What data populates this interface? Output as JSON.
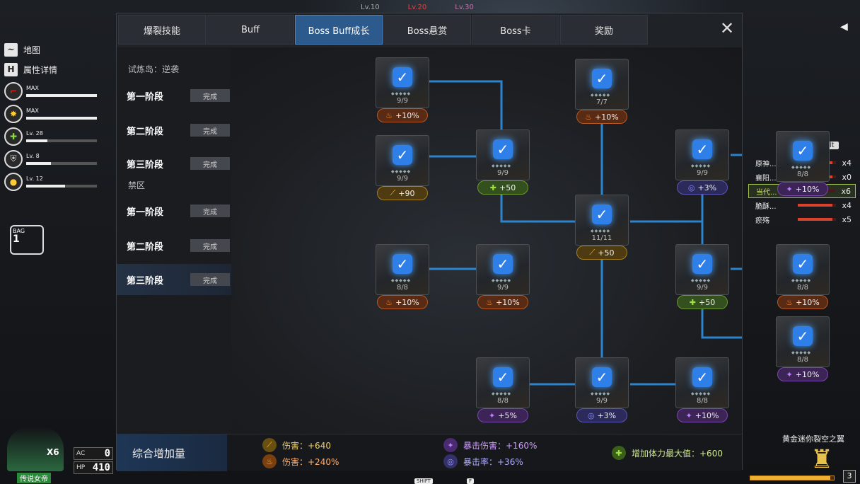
{
  "top_hud": {
    "enemies": [
      "Lv.10",
      "Lv.20",
      "Lv.30"
    ]
  },
  "left_hud": {
    "hotkeys": [
      {
        "key": "~",
        "label": "地图"
      },
      {
        "key": "H",
        "label": "属性详情"
      }
    ],
    "skills": [
      {
        "level": "MAX",
        "icon": "gun-icon",
        "fill": 1.0
      },
      {
        "level": "MAX",
        "icon": "burst-icon",
        "fill": 1.0
      },
      {
        "level": "Lv. 28",
        "icon": "heal-cross-icon",
        "fill": 0.3
      },
      {
        "level": "Lv. 8",
        "icon": "shield-icon",
        "fill": 0.35
      },
      {
        "level": "Lv. 12",
        "icon": "grenade-icon",
        "fill": 0.55
      }
    ],
    "bag": {
      "label": "BAG",
      "count": "1"
    }
  },
  "player": {
    "name": "传说女帝",
    "count": "X6",
    "ac_label": "AC",
    "ac_value": "0",
    "hp_label": "HP",
    "hp_value": "410"
  },
  "bottom_keys": [
    "SHIFT",
    "F"
  ],
  "right_hud": {
    "alt_key": "Alt",
    "buffs": [
      {
        "name": "原神...",
        "count": "x4",
        "fill": 0.9,
        "selected": false
      },
      {
        "name": "襄阳...",
        "count": "x0",
        "fill": 0.9,
        "selected": false
      },
      {
        "name": "当代...",
        "count": "x6",
        "fill": 0.55,
        "selected": true
      },
      {
        "name": "脆酥...",
        "count": "x4",
        "fill": 0.9,
        "selected": false
      },
      {
        "name": "瘀殇",
        "count": "x5",
        "fill": 0.9,
        "selected": false
      }
    ],
    "gold_title": "黄金迷你裂空之翼",
    "slot": "3",
    "energy_fill": 0.96
  },
  "panel": {
    "tabs": [
      {
        "label": "爆裂技能",
        "active": false
      },
      {
        "label": "Buff",
        "active": false
      },
      {
        "label": "Boss Buff成长",
        "active": true
      },
      {
        "label": "Boss悬赏",
        "active": false
      },
      {
        "label": "Boss卡",
        "active": false
      },
      {
        "label": "奖励",
        "active": false
      }
    ],
    "close": "✕",
    "groups": [
      "试炼岛：逆袭",
      "禁区"
    ],
    "stages": [
      {
        "label": "第一阶段",
        "status": "完成"
      },
      {
        "label": "第二阶段",
        "status": "完成"
      },
      {
        "label": "第三阶段",
        "status": "完成"
      },
      {
        "label": "第一阶段",
        "status": "完成"
      },
      {
        "label": "第二阶段",
        "status": "完成"
      },
      {
        "label": "第三阶段",
        "status": "完成"
      }
    ],
    "nodes": [
      {
        "progress": "9/9",
        "bonus": "+10%",
        "kind": "fire"
      },
      {
        "progress": "7/7",
        "bonus": "+10%",
        "kind": "fire"
      },
      {
        "progress": "9/9",
        "bonus": "+90",
        "kind": "gold"
      },
      {
        "progress": "9/9",
        "bonus": "+50",
        "kind": "green"
      },
      {
        "progress": "9/9",
        "bonus": "+3%",
        "kind": "blue"
      },
      {
        "progress": "8/8",
        "bonus": "+10%",
        "kind": "purple"
      },
      {
        "progress": "11/11",
        "bonus": "+50",
        "kind": "gold"
      },
      {
        "progress": "8/8",
        "bonus": "+10%",
        "kind": "fire"
      },
      {
        "progress": "9/9",
        "bonus": "+10%",
        "kind": "fire"
      },
      {
        "progress": "9/9",
        "bonus": "+50",
        "kind": "green"
      },
      {
        "progress": "8/8",
        "bonus": "+10%",
        "kind": "fire"
      },
      {
        "progress": "8/8",
        "bonus": "+10%",
        "kind": "purple"
      },
      {
        "progress": "8/8",
        "bonus": "+5%",
        "kind": "purple"
      },
      {
        "progress": "9/9",
        "bonus": "+3%",
        "kind": "blue"
      },
      {
        "progress": "8/8",
        "bonus": "+10%",
        "kind": "purple"
      }
    ],
    "summary": {
      "title": "综合增加量",
      "stats": [
        {
          "text": "伤害：+640",
          "kind": "y",
          "icon": "sword-icon"
        },
        {
          "text": "伤害：+240%",
          "kind": "o",
          "icon": "flame-icon"
        },
        {
          "text": "暴击伤害：+160%",
          "kind": "p",
          "icon": "crit-damage-icon"
        },
        {
          "text": "暴击率：+36%",
          "kind": "b",
          "icon": "crit-rate-icon"
        },
        {
          "text": "增加体力最大值：+600",
          "kind": "g",
          "icon": "health-icon"
        }
      ]
    }
  },
  "colors": {
    "accent": "#2d5a8c",
    "link_line": "#2d8fe0",
    "check": "#2f7fe8"
  }
}
